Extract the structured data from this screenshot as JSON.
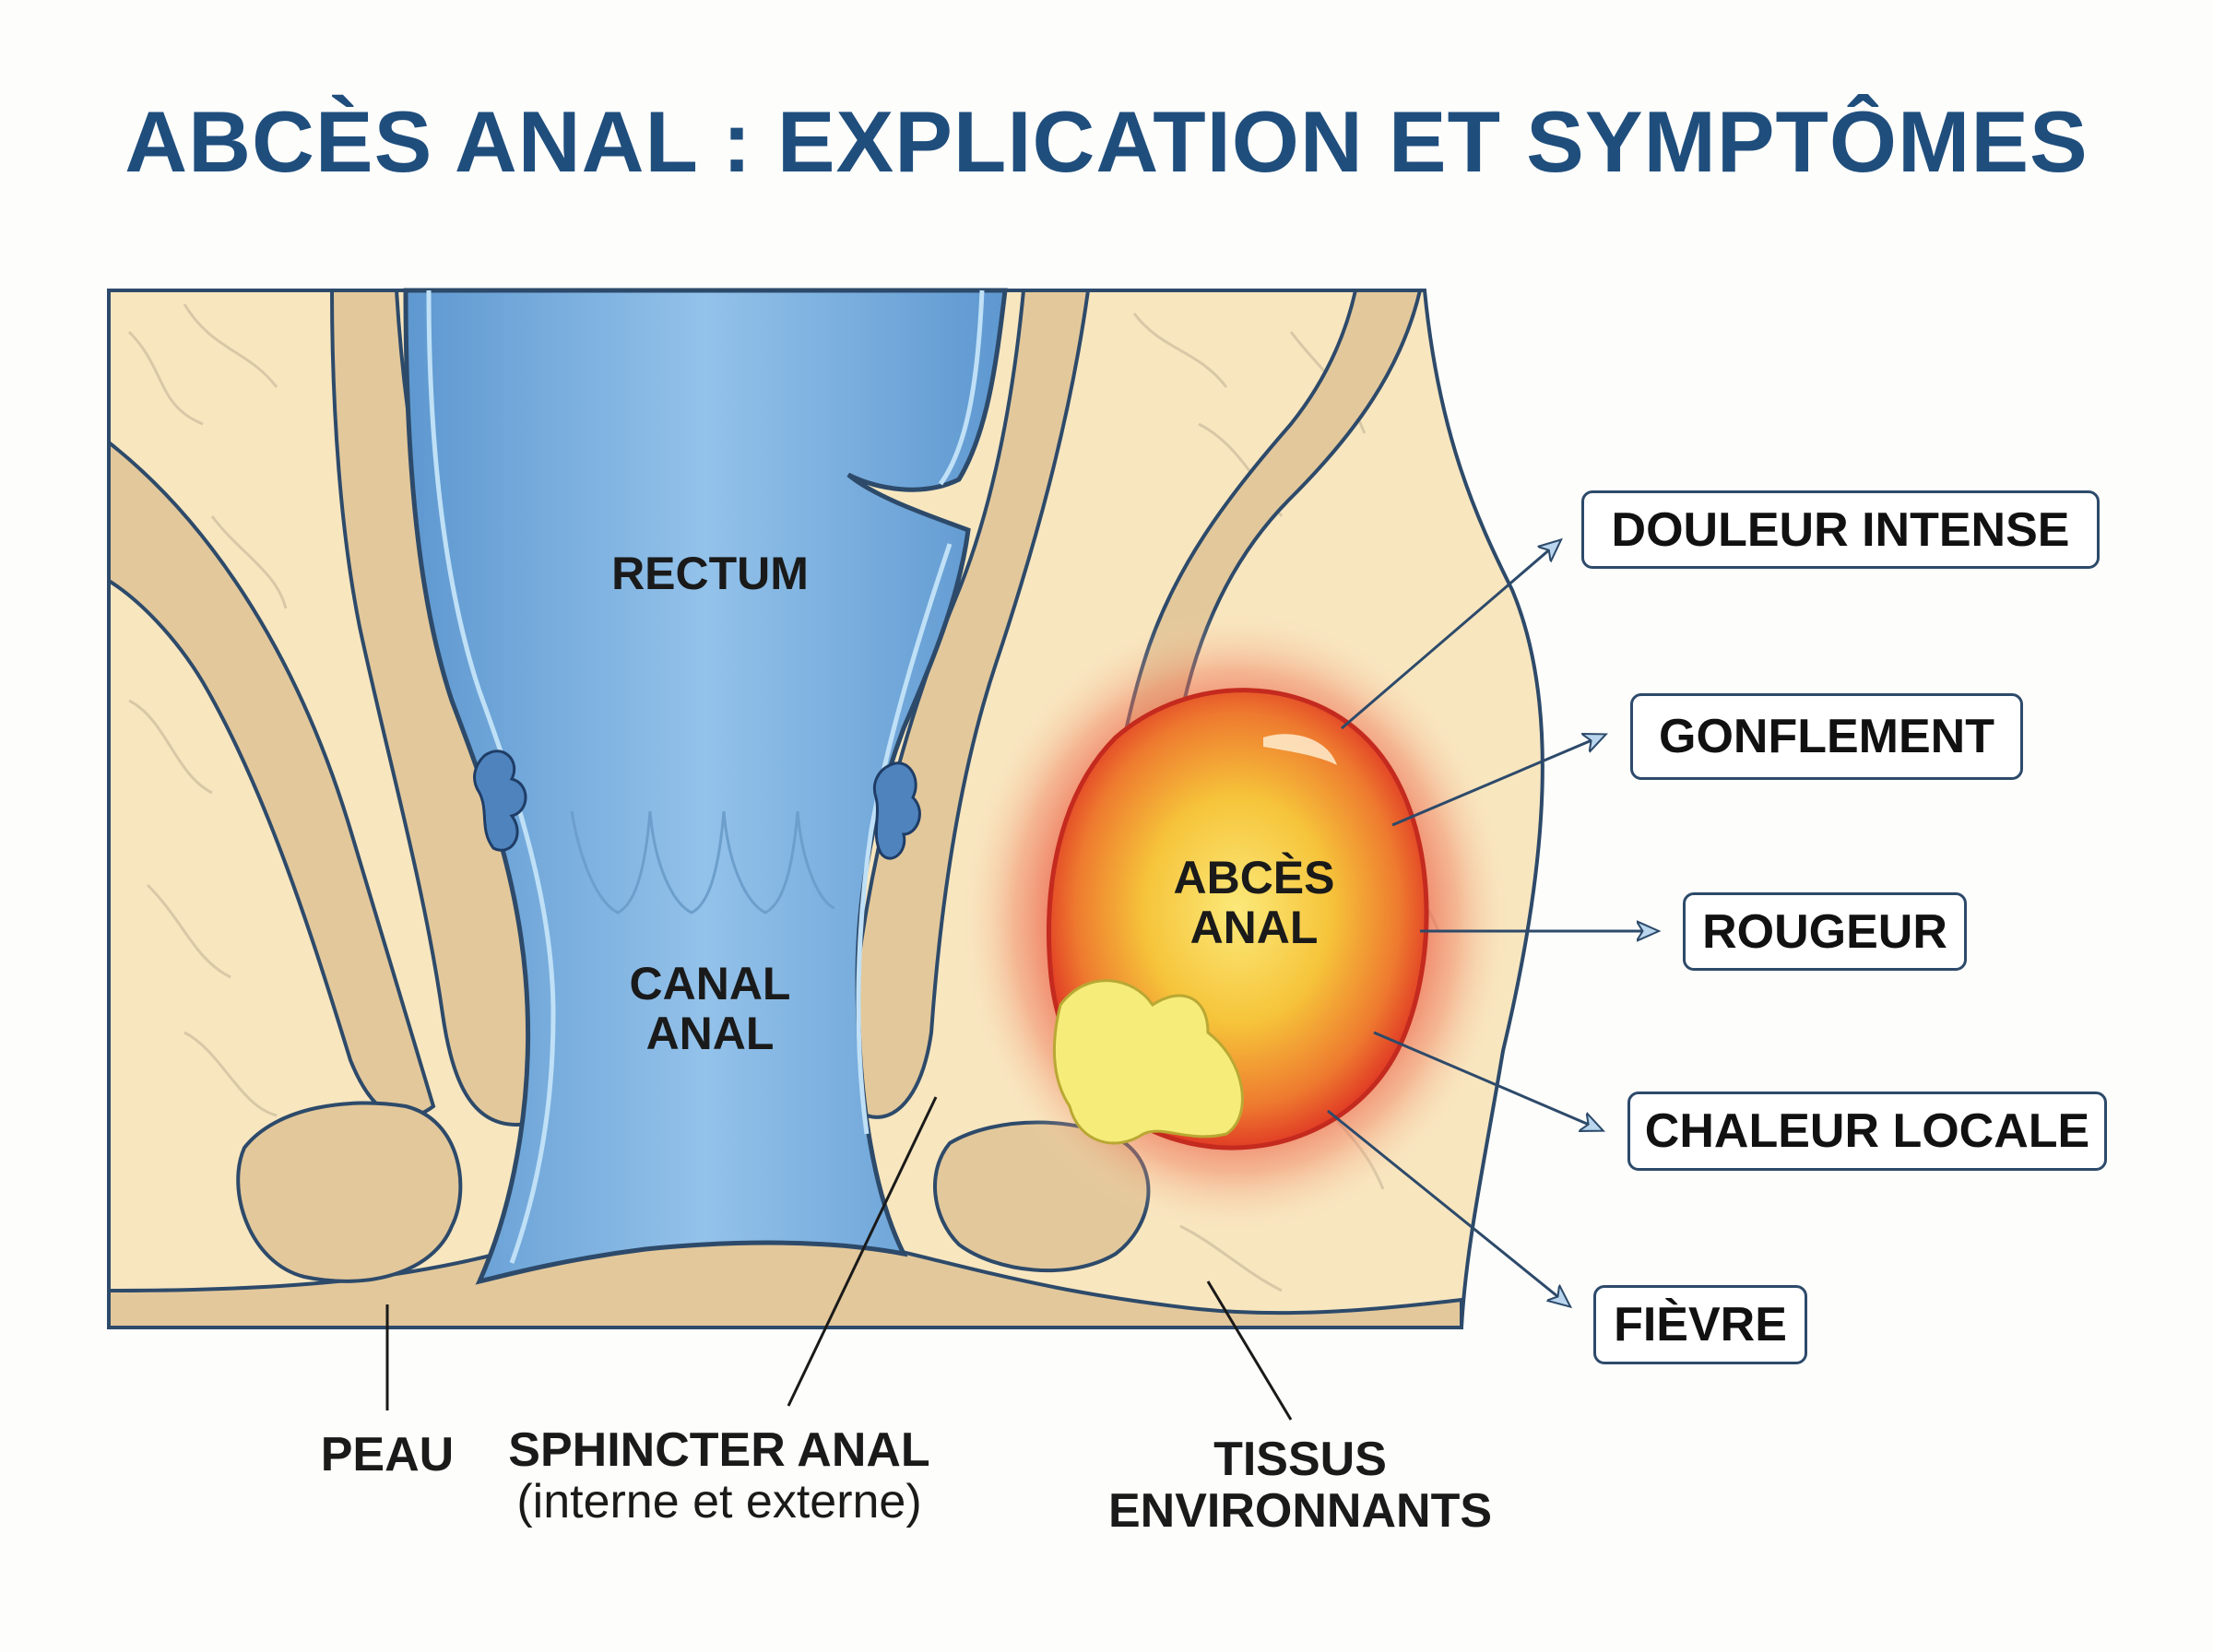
{
  "title": "ABCÈS ANAL : EXPLICATION ET SYMPTÔMES",
  "labels": {
    "rectum": "RECTUM",
    "canal_line1": "CANAL",
    "canal_line2": "ANAL",
    "abces_line1": "ABCÈS",
    "abces_line2": "ANAL",
    "peau": "PEAU",
    "sphincter_line1": "SPHINCTER ANAL",
    "sphincter_line2": "(interne et externe)",
    "tissus_line1": "TISSUS",
    "tissus_line2": "ENVIRONNANTS"
  },
  "symptoms": [
    "DOULEUR INTENSE",
    "GONFLEMENT",
    "ROUGEUR",
    "CHALEUR LOCALE",
    "FIÈVRE"
  ],
  "colors": {
    "title": "#1f4e7d",
    "tissue": "#f8e6bf",
    "muscle": "#e3c89b",
    "canal": "#7fb1de",
    "abscess_core": "#f7d23e",
    "abscess_edge": "#e03224",
    "pus": "#f6ec7a",
    "arrow": "#b9d6ee"
  }
}
